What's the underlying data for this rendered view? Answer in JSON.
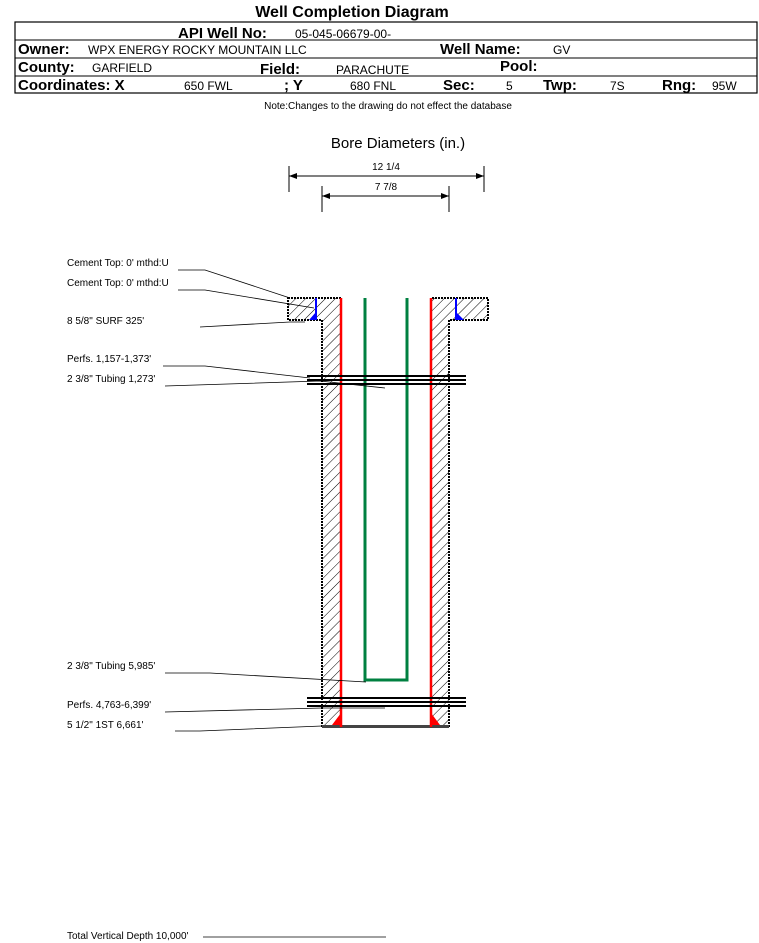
{
  "title": "Well Completion Diagram",
  "header": {
    "api_label": "API Well No:",
    "api_value": "05-045-06679-00-",
    "owner_label": "Owner:",
    "owner_value": "WPX ENERGY ROCKY MOUNTAIN LLC",
    "well_name_label": "Well Name:",
    "well_name_value": "GV",
    "county_label": "County:",
    "county_value": "GARFIELD",
    "field_label": "Field:",
    "field_value": "PARACHUTE",
    "pool_label": "Pool:",
    "coord_x_label": "Coordinates: X",
    "coord_x_value": "650 FWL",
    "coord_y_label": "; Y",
    "coord_y_value": "680 FNL",
    "sec_label": "Sec:",
    "sec_value": "5",
    "twp_label": "Twp:",
    "twp_value": "7S",
    "rng_label": "Rng:",
    "rng_value": "95W"
  },
  "note": "Note:Changes to the drawing do not effect the database",
  "bore": {
    "title": "Bore Diameters (in.)",
    "diameters": [
      "12 1/4",
      "7 7/8"
    ]
  },
  "labels": {
    "cement_top_1": "Cement Top: 0' mthd:U",
    "cement_top_2": "Cement Top: 0' mthd:U",
    "surf_casing": "8 5/8\" SURF      325'",
    "perfs_1": "Perfs. 1,157-1,373'",
    "tubing_1": "2 3/8\" Tubing 1,273'",
    "tubing_2": "2 3/8\" Tubing 5,985'",
    "perfs_2": "Perfs. 4,763-6,399'",
    "prod_casing": "5 1/2\" 1ST       6,661'",
    "tvd": "Total Vertical Depth 10,000'"
  },
  "colors": {
    "cement": "#0000ff",
    "casing": "#ff0000",
    "tubing": "#008040"
  }
}
